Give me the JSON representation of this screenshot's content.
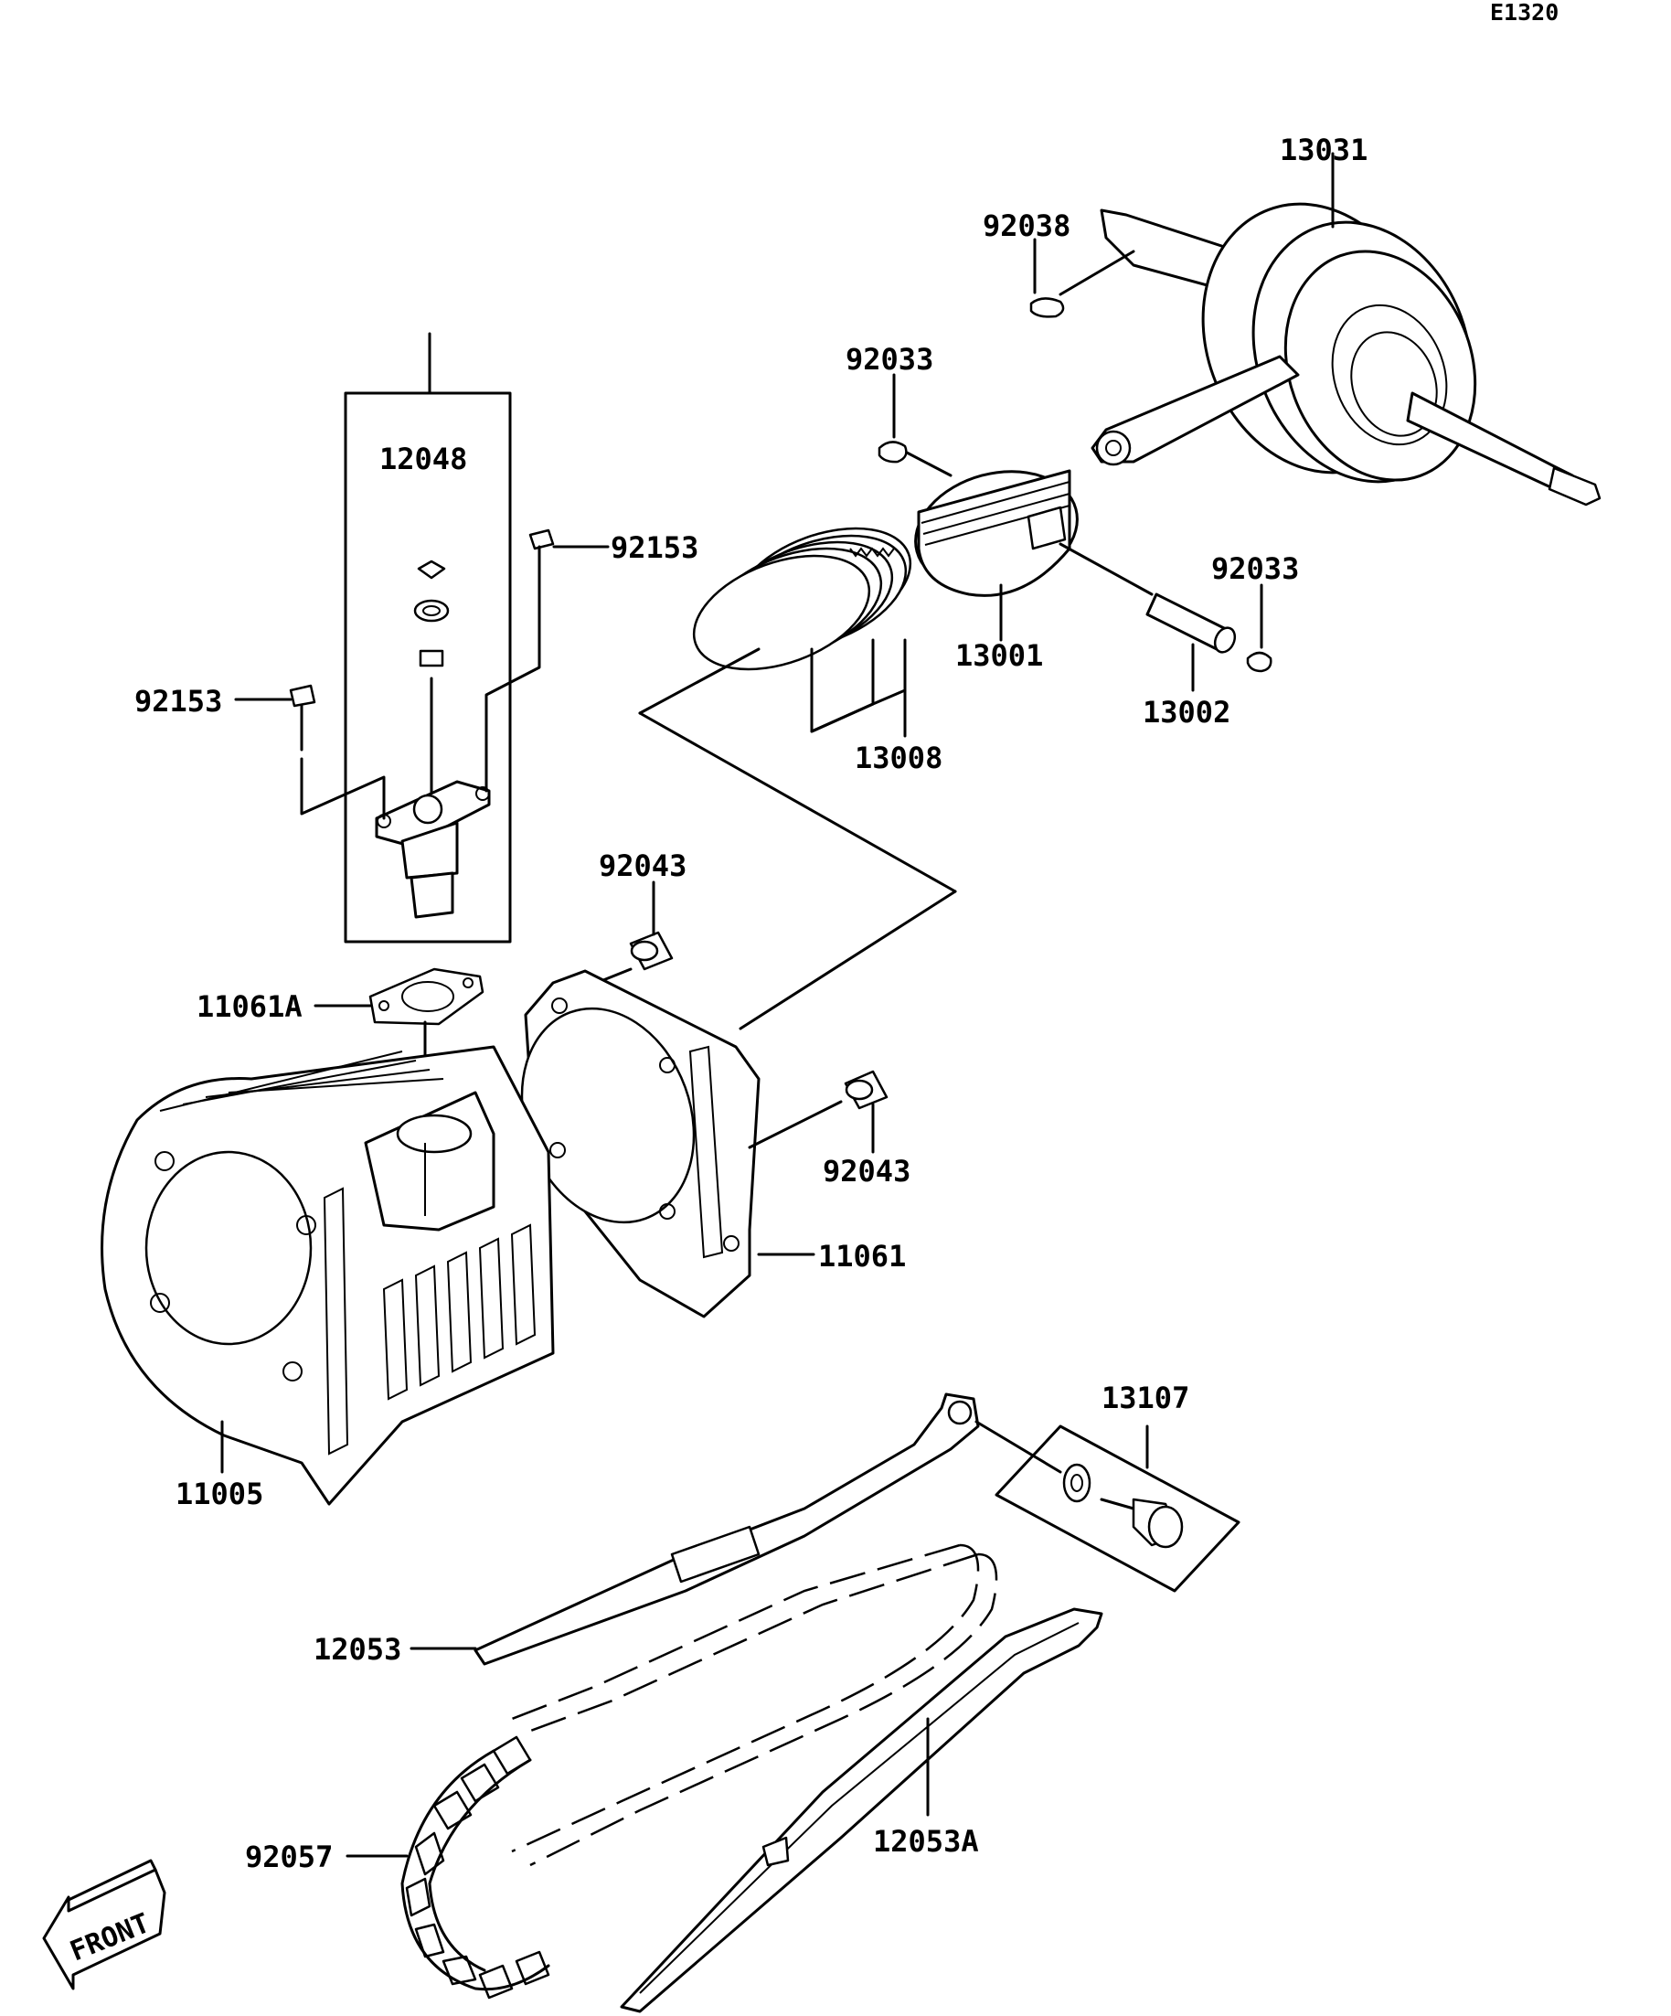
{
  "diagram_code": "E1320",
  "front_label": "FRONT",
  "labels": {
    "p13031": "13031",
    "p92038": "92038",
    "p92033_top": "92033",
    "p12048": "12048",
    "p92153_right": "92153",
    "p92153_left": "92153",
    "p13001": "13001",
    "p92033_right": "92033",
    "p13002": "13002",
    "p13008": "13008",
    "p92043_top": "92043",
    "p11061A": "11061A",
    "p92043_bottom": "92043",
    "p11061": "11061",
    "p13107": "13107",
    "p11005": "11005",
    "p12053": "12053",
    "p92057": "92057",
    "p12053A": "12053A"
  }
}
